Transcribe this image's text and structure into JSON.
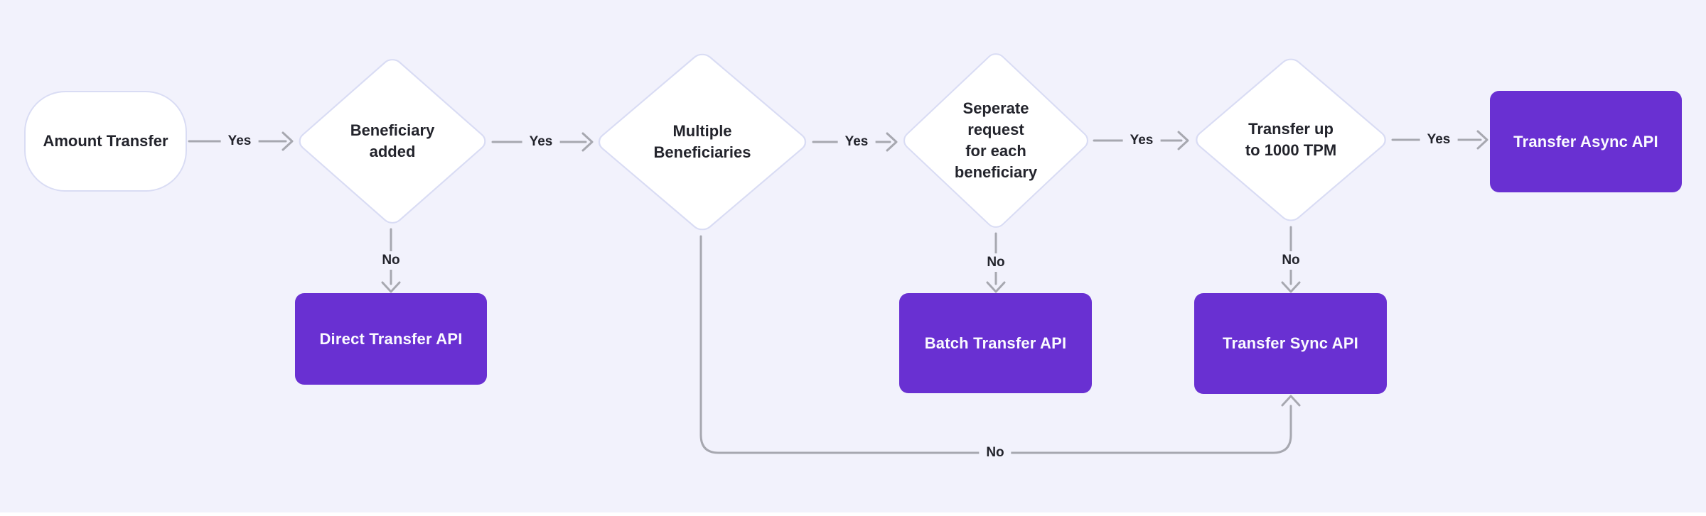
{
  "colors": {
    "bg": "#F2F2FC",
    "node_fill": "#FFFFFF",
    "node_border": "#D9DCF4",
    "accent": "#6930D2",
    "line": "#A7A8B0",
    "text_dark": "#23242C",
    "text_light": "#FAFAFF"
  },
  "nodes": {
    "amount_transfer": {
      "type": "start",
      "label": "Amount Transfer"
    },
    "beneficiary_added": {
      "type": "decision",
      "lines": [
        "Beneficiary",
        "added"
      ]
    },
    "multiple_beneficiaries": {
      "type": "decision",
      "lines": [
        "Multiple",
        "Beneficiaries"
      ]
    },
    "separate_request": {
      "type": "decision",
      "lines": [
        "Seperate",
        "request",
        "for each",
        "beneficiary"
      ]
    },
    "transfer_up_to_1000_tpm": {
      "type": "decision",
      "lines": [
        "Transfer up",
        "to 1000 TPM"
      ]
    },
    "transfer_async_api": {
      "type": "api",
      "label": "Transfer Async API"
    },
    "direct_transfer_api": {
      "type": "api",
      "label": "Direct Transfer API"
    },
    "batch_transfer_api": {
      "type": "api",
      "label": "Batch Transfer API"
    },
    "transfer_sync_api": {
      "type": "api",
      "label": "Transfer Sync API"
    }
  },
  "edges": [
    {
      "from": "amount_transfer",
      "to": "beneficiary_added",
      "label": "Yes"
    },
    {
      "from": "beneficiary_added",
      "to": "multiple_beneficiaries",
      "label": "Yes"
    },
    {
      "from": "multiple_beneficiaries",
      "to": "separate_request",
      "label": "Yes"
    },
    {
      "from": "separate_request",
      "to": "transfer_up_to_1000_tpm",
      "label": "Yes"
    },
    {
      "from": "transfer_up_to_1000_tpm",
      "to": "transfer_async_api",
      "label": "Yes"
    },
    {
      "from": "beneficiary_added",
      "to": "direct_transfer_api",
      "label": "No"
    },
    {
      "from": "separate_request",
      "to": "batch_transfer_api",
      "label": "No"
    },
    {
      "from": "transfer_up_to_1000_tpm",
      "to": "transfer_sync_api",
      "label": "No"
    },
    {
      "from": "multiple_beneficiaries",
      "to": "transfer_sync_api",
      "label": "No"
    }
  ]
}
